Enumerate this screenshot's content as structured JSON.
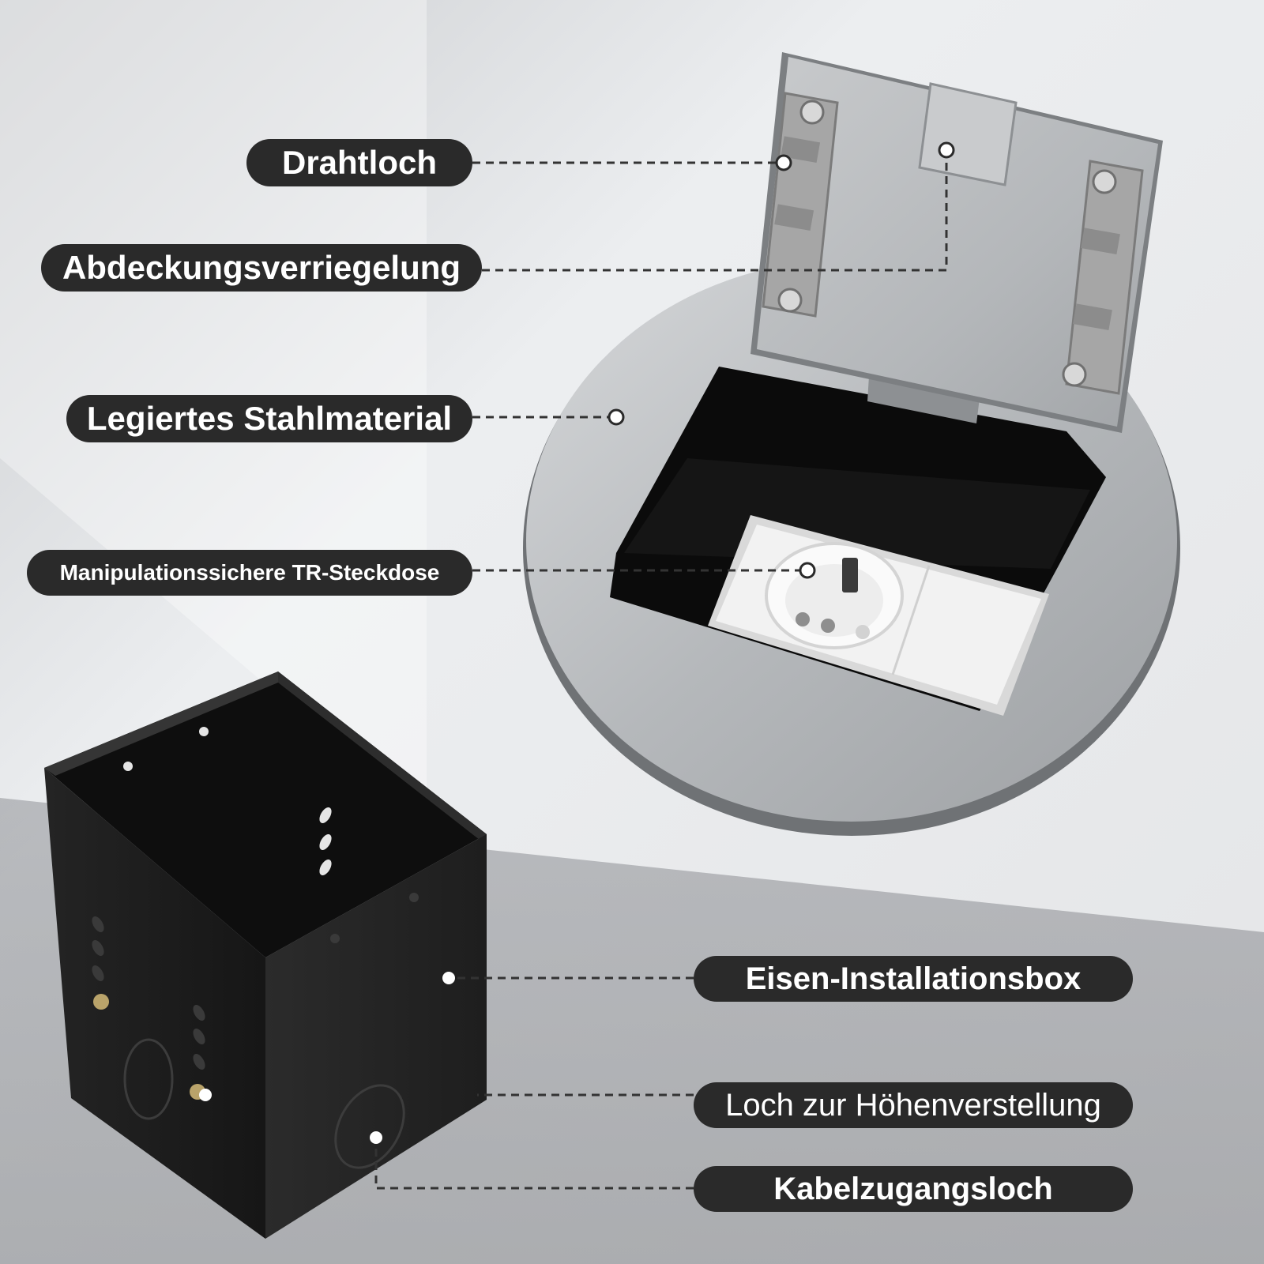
{
  "labels": {
    "drahtloch": "Drahtloch",
    "abdeckung": "Abdeckungsverriegelung",
    "stahl": "Legiertes Stahlmaterial",
    "steckdose": "Manipulationssichere TR-Steckdose",
    "eisen": "Eisen-Installationsbox",
    "hoehe": "Loch zur Höhenverstellung",
    "kabel": "Kabelzugangsloch"
  },
  "colors": {
    "pill_bg": "#2a2a2a",
    "pill_text": "#ffffff",
    "steel": "#b9bcbf",
    "box_black": "#1b1b1b",
    "socket_white": "#f2f2f2"
  }
}
